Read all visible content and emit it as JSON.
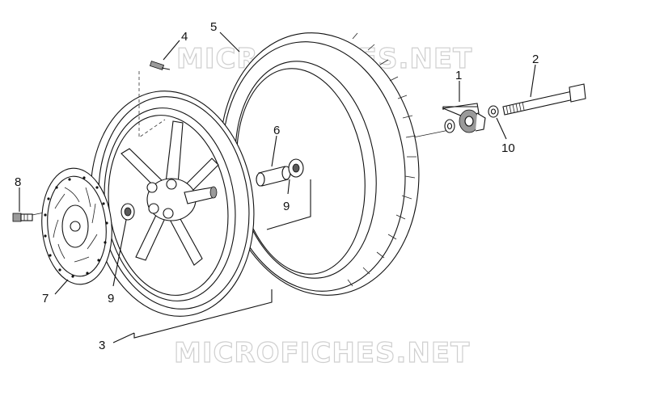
{
  "watermark": {
    "top": "MICROFICHES.NET",
    "bottom": "MICROFICHES.NET"
  },
  "callouts": {
    "c1": "1",
    "c2": "2",
    "c3": "3",
    "c4": "4",
    "c5": "5",
    "c6": "6",
    "c7": "7",
    "c8": "8",
    "c9a": "9",
    "c9b": "9",
    "c10": "10"
  }
}
